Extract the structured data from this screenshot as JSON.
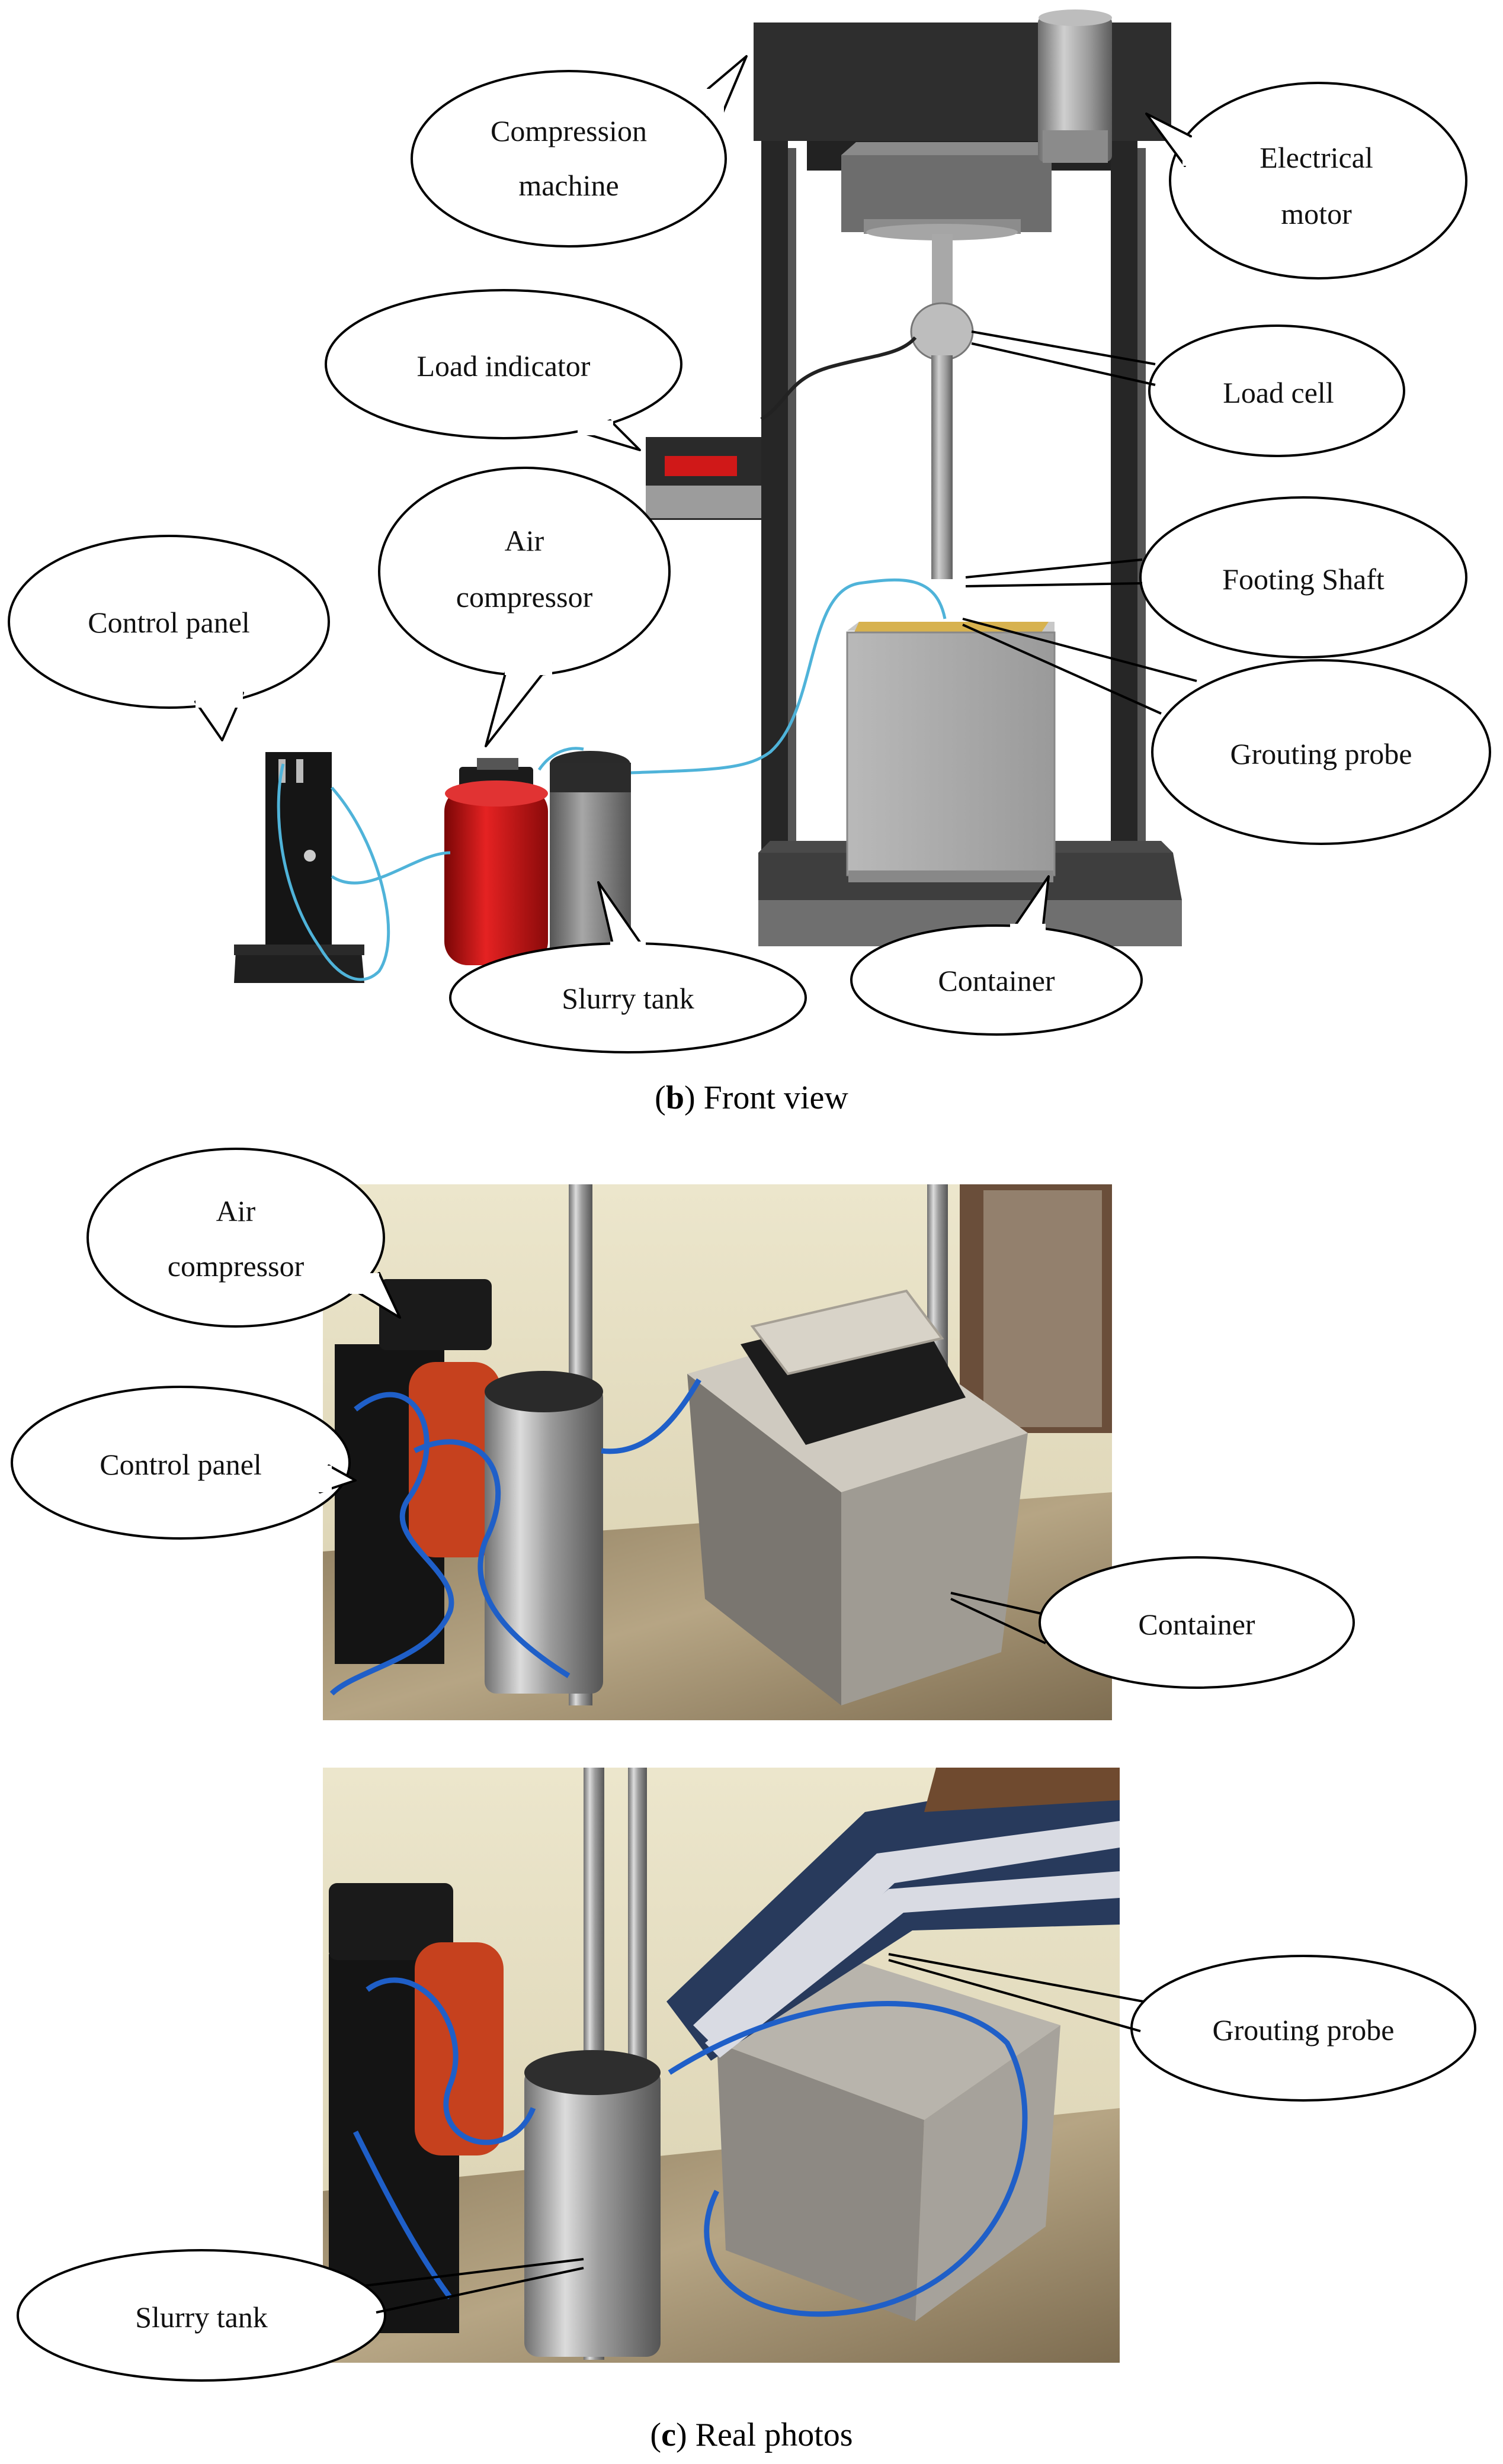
{
  "front_view": {
    "caption_letter": "b",
    "caption_text": "Front view",
    "labels": {
      "compression_machine_1": "Compression",
      "compression_machine_2": "machine",
      "electrical_motor_1": "Electrical",
      "electrical_motor_2": "motor",
      "load_indicator": "Load indicator",
      "load_cell": "Load cell",
      "air_compressor_1": "Air",
      "air_compressor_2": "compressor",
      "control_panel": "Control panel",
      "footing_shaft": "Footing Shaft",
      "grouting_probe": "Grouting probe",
      "slurry_tank": "Slurry tank",
      "container": "Container"
    }
  },
  "real_photos": {
    "caption_letter": "c",
    "caption_text": "Real photos",
    "photo1_labels": {
      "air_compressor_1": "Air",
      "air_compressor_2": "compressor",
      "control_panel": "Control panel",
      "container": "Container"
    },
    "photo2_labels": {
      "grouting_probe": "Grouting probe",
      "slurry_tank": "Slurry tank"
    }
  },
  "colors": {
    "frame": "#2b2b2b",
    "indicator_red": "#d01818",
    "compressor_red": "#c81010",
    "tank_grey": "#8c8c8c",
    "container_grey": "#a9a9a9",
    "hose_blue": "#4fb3d9",
    "photo_hose_blue": "#1f5fc8",
    "wall_cream": "#e9e2c5",
    "floor_tan": "#9c8a6e"
  }
}
